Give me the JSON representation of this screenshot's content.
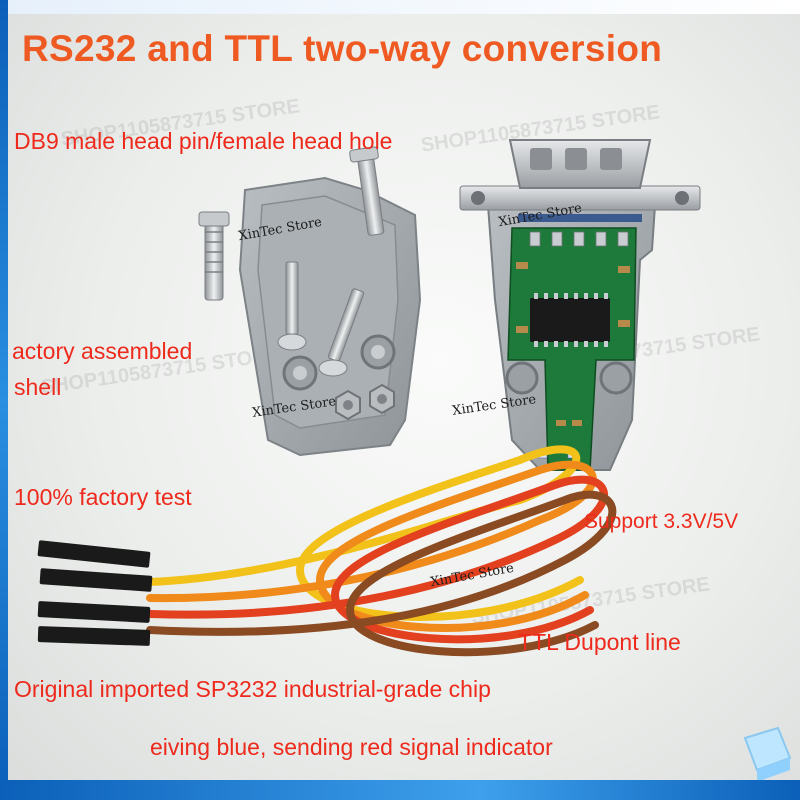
{
  "title": "RS232 and TTL two-way conversion",
  "captions": {
    "db9": "DB9 male head pin/female head hole",
    "factory_line1": "actory assembled",
    "factory_line2": "shell",
    "test": "100% factory test",
    "voltage": "Support 3.3V/5V",
    "dupont": "TTL Dupont line",
    "chip": "Original imported SP3232 industrial-grade chip",
    "indicator": "eiving blue, sending red signal indicator"
  },
  "watermark_text": "SHOP1105873715 STORE",
  "logo_text": "XinTec Store",
  "colors": {
    "title": "#ee5a22",
    "caption": "#ee2a1c",
    "frame": "#0b5fb8",
    "pcb": "#1e7a3a",
    "shell": "#9ea4a8",
    "wire_yellow": "#f2c21a",
    "wire_orange": "#f08a1a",
    "wire_red": "#e2401e",
    "wire_brown": "#8a4a22"
  }
}
